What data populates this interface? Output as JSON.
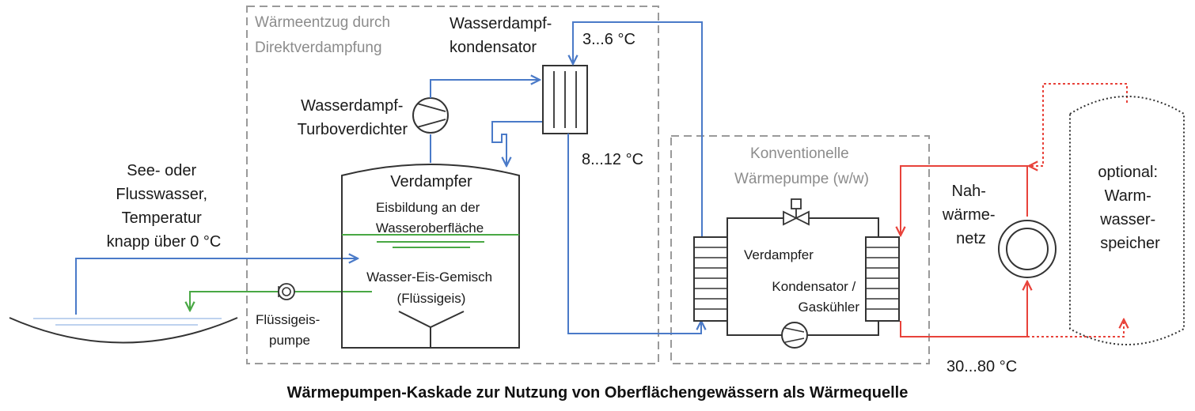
{
  "colors": {
    "cold_water": "#4a7ac8",
    "heat_network": "#e8423a",
    "slurry_ice": "#49a844",
    "outline": "#333333",
    "boundary": "#9a9a9a"
  },
  "regions": {
    "direct_evaporation": [
      "Wärmeentzug durch",
      "Direktverdampfung"
    ],
    "conventional_heatpump": [
      "Konventionelle",
      "Wärmepumpe (w/w)"
    ]
  },
  "components": {
    "condenser": [
      "Wasserdampf-",
      "kondensator"
    ],
    "compressor": [
      "Wasserdampf-",
      "Turboverdichter"
    ],
    "evaporator_title": "Verdampfer",
    "ice_formation": [
      "Eisbildung an der",
      "Wasseroberfläche"
    ],
    "mixture": [
      "Wasser-Eis-Gemisch",
      "(Flüssigeis)"
    ],
    "slurry_pump": [
      "Flüssigeis-",
      "pumpe"
    ],
    "source": [
      "See- oder",
      "Flusswasser,",
      "Temperatur",
      "knapp über 0 °C"
    ],
    "hp_evaporator": "Verdampfer",
    "hp_condenser": [
      "Kondensator /",
      "Gaskühler"
    ],
    "heat_network": [
      "Nah-",
      "wärme-",
      "netz"
    ],
    "storage": [
      "optional:",
      "Warm-",
      "wasser-",
      "speicher"
    ]
  },
  "temperatures": {
    "condenser_in": "3...6 °C",
    "condenser_out": "8...12 °C",
    "network": "30...80 °C"
  },
  "caption": "Wärmepumpen-Kaskade zur Nutzung von Oberflächengewässern als Wärmequelle"
}
